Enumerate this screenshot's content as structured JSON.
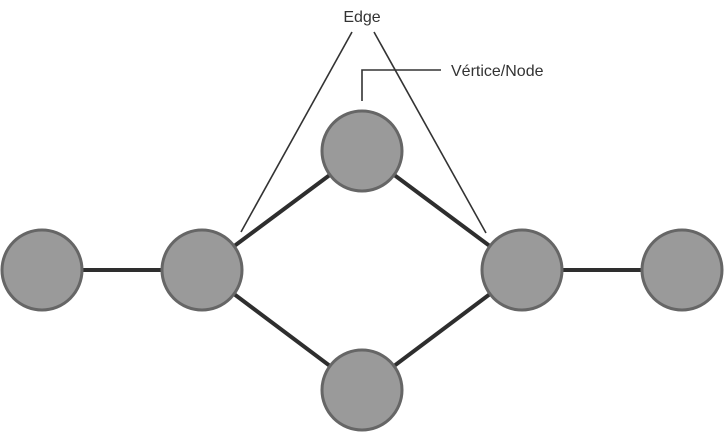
{
  "labels": {
    "edge": "Edge",
    "vertex": "Vértice/Node"
  },
  "colors": {
    "node_fill": "#9a9a9a",
    "node_stroke": "#666666",
    "edge": "#2e2e2e",
    "pointer": "#333333"
  },
  "graph": {
    "nodes": [
      "far-left",
      "left",
      "top",
      "bottom",
      "right",
      "far-right"
    ],
    "edges": [
      [
        "far-left",
        "left"
      ],
      [
        "left",
        "top"
      ],
      [
        "left",
        "bottom"
      ],
      [
        "top",
        "right"
      ],
      [
        "bottom",
        "right"
      ],
      [
        "right",
        "far-right"
      ]
    ]
  }
}
